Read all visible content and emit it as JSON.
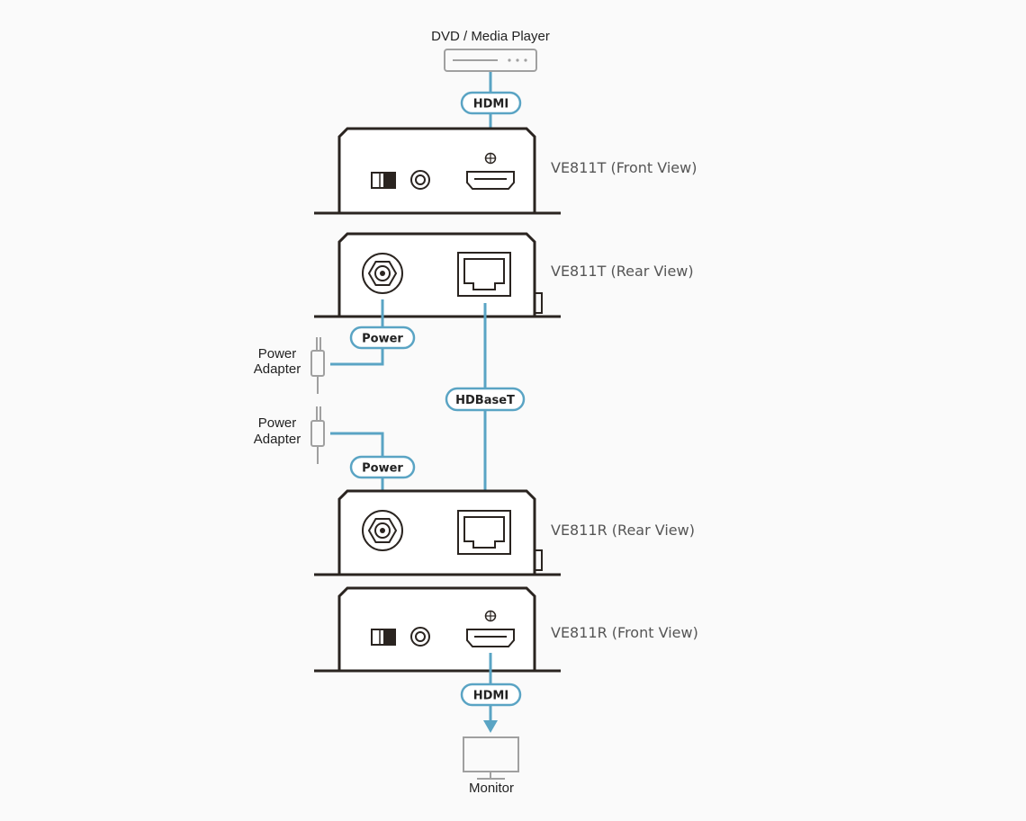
{
  "source": {
    "label": "DVD / Media Player"
  },
  "sink": {
    "label": "Monitor"
  },
  "devices": {
    "tx_front": "VE811T (Front View)",
    "tx_rear": "VE811T (Rear View)",
    "rx_rear": "VE811R (Rear View)",
    "rx_front": "VE811R (Front View)"
  },
  "cables": {
    "hdmi_in": "HDMI",
    "power_tx": "Power",
    "hdbaset": "HDBaseT",
    "power_rx": "Power",
    "hdmi_out": "HDMI"
  },
  "adapters": [
    {
      "line1": "Power",
      "line2": "Adapter"
    },
    {
      "line1": "Power",
      "line2": "Adapter"
    }
  ],
  "colors": {
    "cable": "#5aa4c4",
    "device": "#2a2420",
    "peripheral": "#a0a0a0"
  }
}
